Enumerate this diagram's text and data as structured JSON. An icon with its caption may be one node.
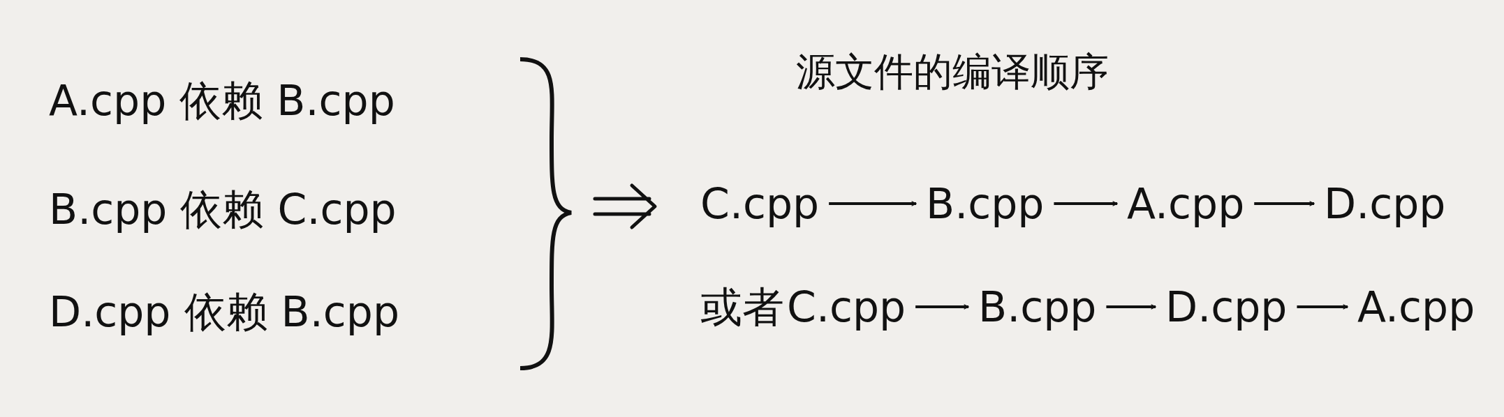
{
  "diagram": {
    "title": "源文件的编译顺序",
    "nodes": [
      {
        "text": [
          "C.cpp"
        ]
      },
      {
        "text": [
          "B.cpp"
        ]
      },
      {
        "text": [
          "A.cpp"
        ]
      },
      {
        "text": [
          "D.cpp"
        ]
      },
      {
        "text": [
          "C.cpp"
        ]
      },
      {
        "text": [
          "B.cpp"
        ]
      },
      {
        "text": [
          "D.cpp"
        ]
      },
      {
        "text": [
          "A.cpp"
        ]
      }
    ],
    "edges": [
      {
        "from": 0,
        "to": 1,
        "arrow": "to"
      },
      {
        "from": 1,
        "to": 2,
        "arrow": "to"
      },
      {
        "from": 2,
        "to": 3,
        "arrow": "to"
      },
      {
        "from": 4,
        "to": 5,
        "arrow": "to"
      },
      {
        "from": 5,
        "to": 6,
        "arrow": "to"
      },
      {
        "from": 6,
        "to": 7,
        "arrow": "to"
      }
    ],
    "labels": [
      "A.cpp 依赖 B.cpp",
      "B.cpp 依赖 C.cpp",
      "D.cpp 依赖 B.cpp",
      "或者"
    ]
  }
}
